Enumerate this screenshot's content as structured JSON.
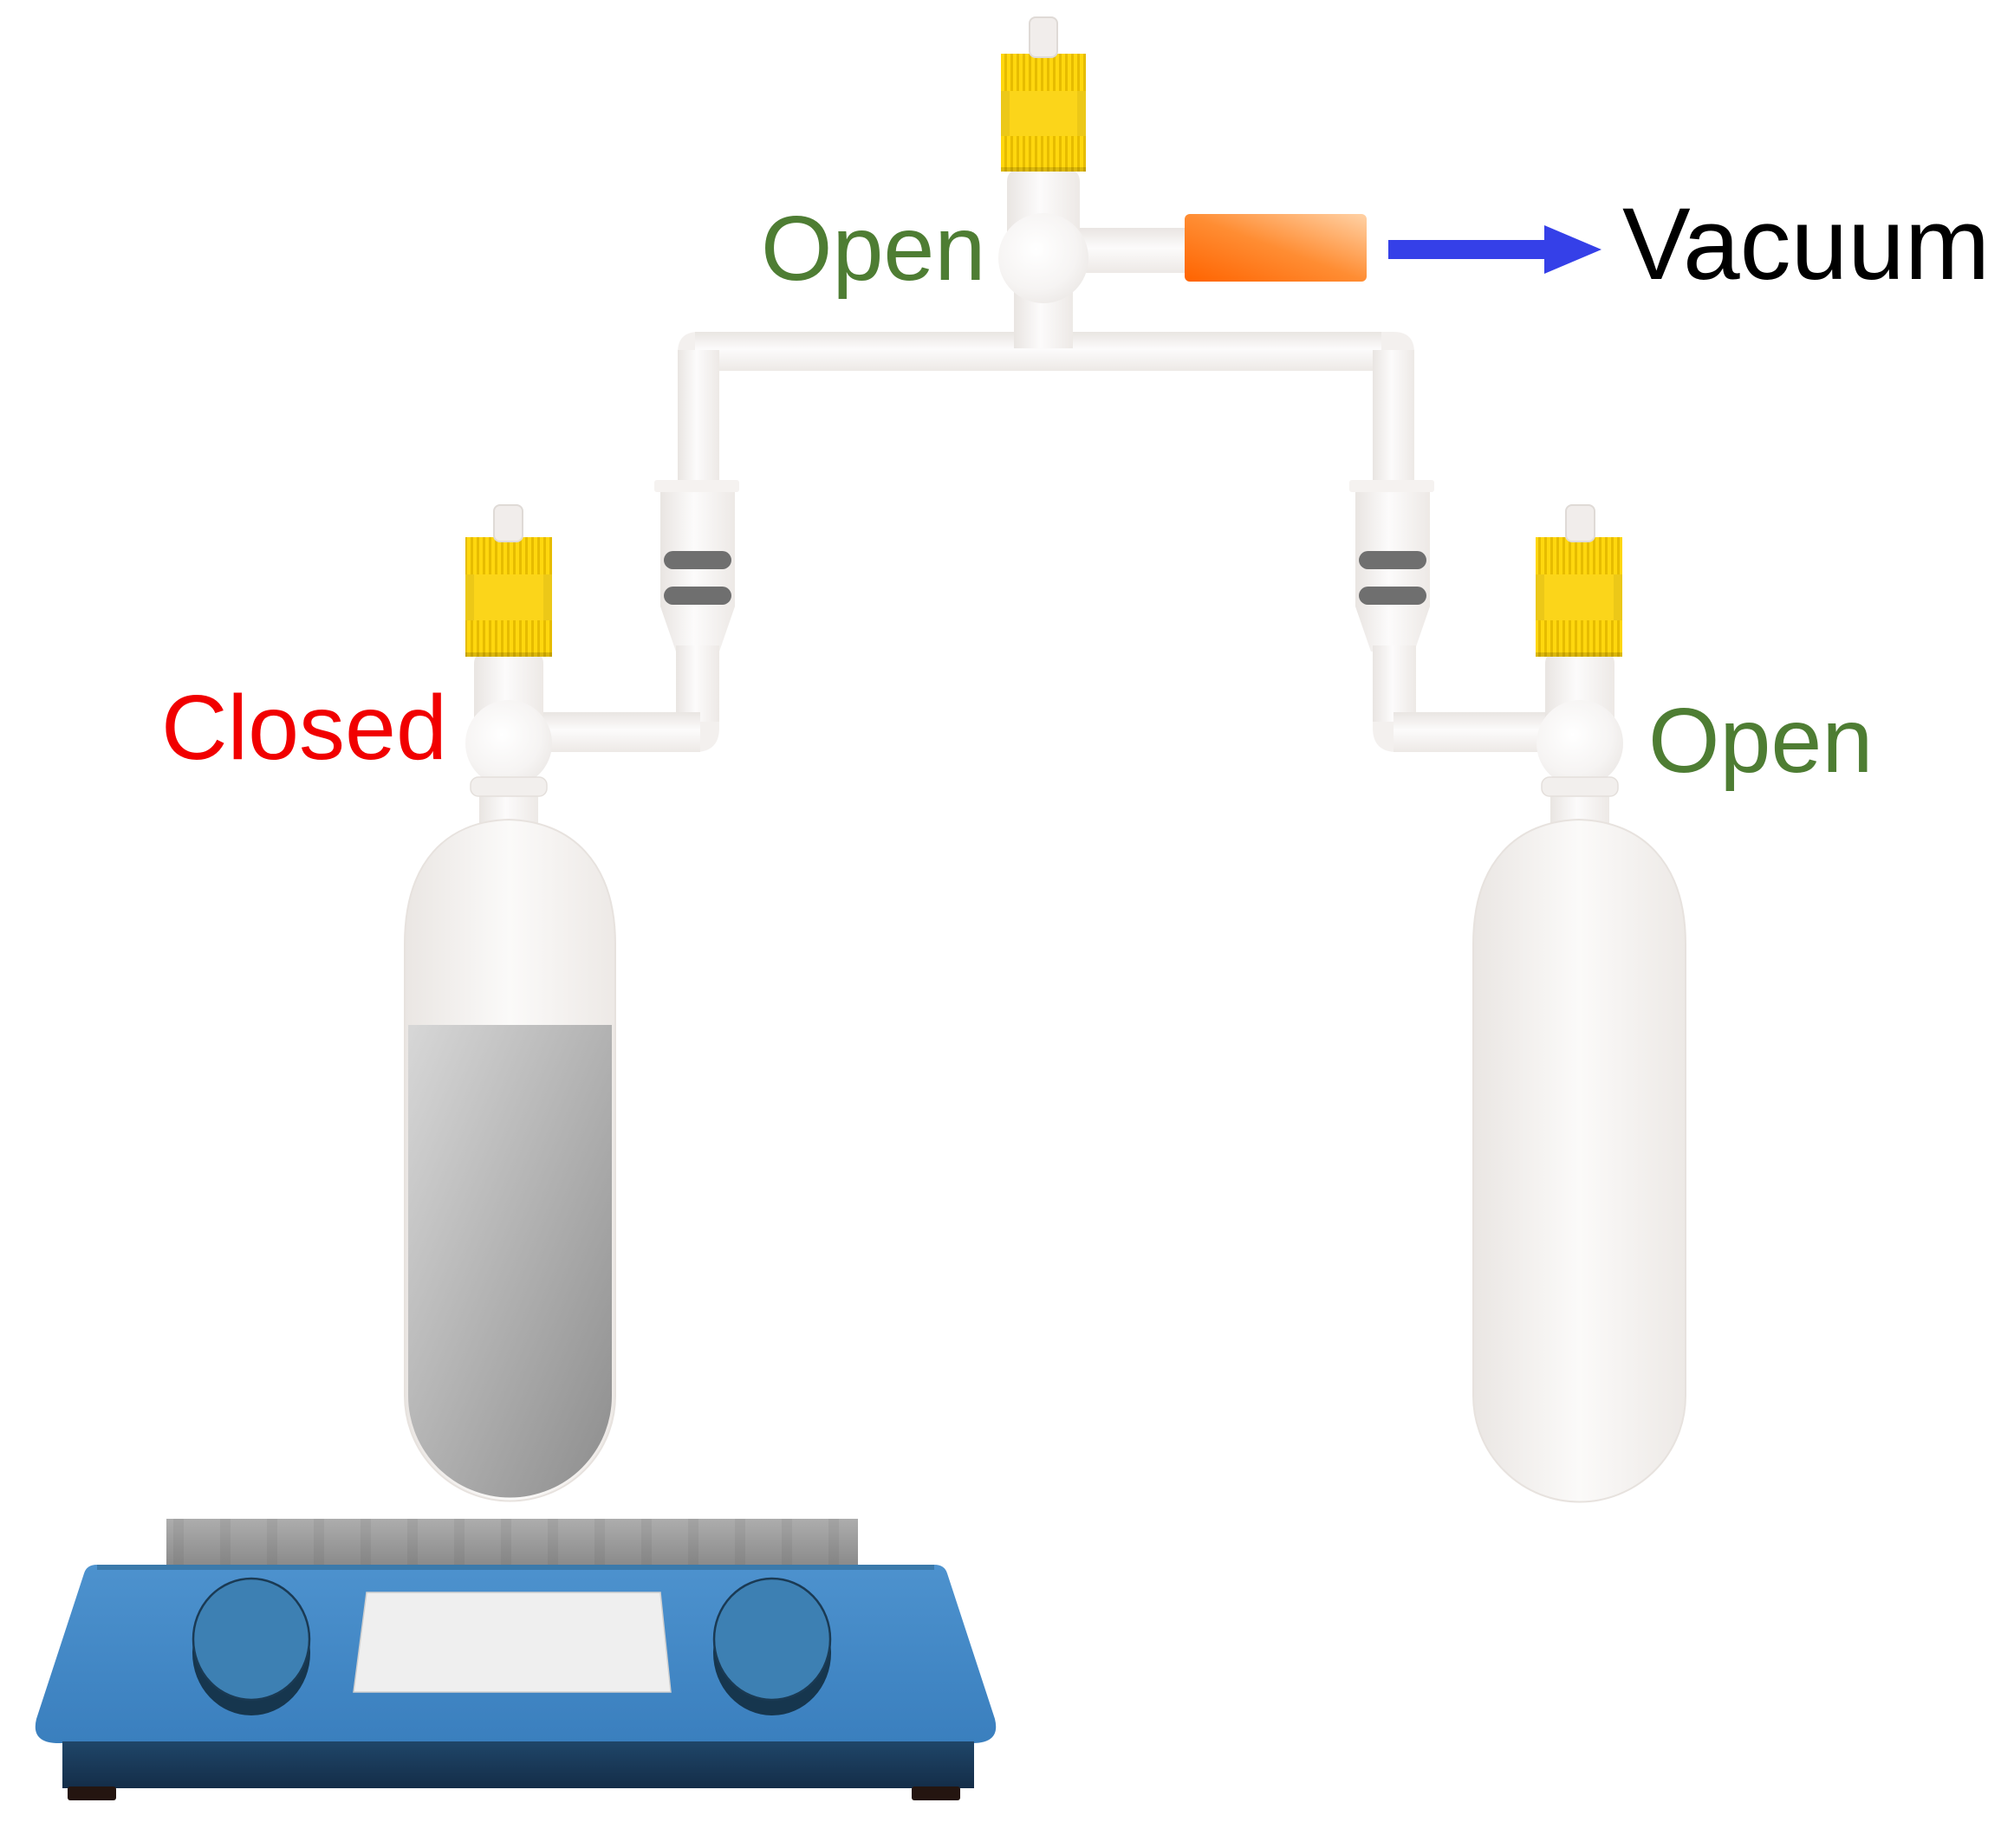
{
  "labels": {
    "top_valve_state": "Open",
    "left_valve_state": "Closed",
    "right_valve_state": "Open",
    "vacuum_target": "Vacuum"
  },
  "colors": {
    "open_label_green": "#4e7d33",
    "closed_label_red": "#f10000",
    "vacuum_label_black": "#000000",
    "arrow_blue": "#3540e8",
    "hose_adapter_orange": "#ff6600",
    "valve_cap_yellow": "#ffd70e",
    "joint_band_gray": "#6f6f6f",
    "liquid_gray": "#a9a9a9",
    "hotplate_blue": "#3e86c3",
    "hotplate_base_navy": "#1c3f63",
    "hotplate_plate_gray": "#9a9a9a",
    "glass_white": "#f3f0ee"
  }
}
